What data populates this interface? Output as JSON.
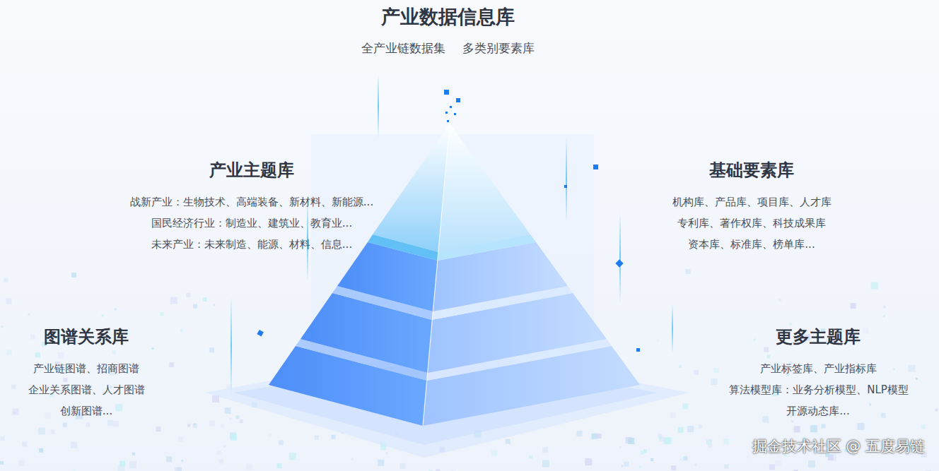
{
  "diagram": {
    "title": "产业数据信息库",
    "labels": [
      "全产业链数据集",
      "多类别要素库",
      "产业主题库",
      "战新产业：生物技术、高端装备、新材料、新能源...",
      "国民经济行业：制造业、建筑业、教育业...",
      "未来产业：未来制造、能源、材料、信息...",
      "基础要素库",
      "机构库、产品库、项目库、人才库",
      "专利库、著作权库、科技成果库",
      "资本库、标准库、榜单库...",
      "图谱关系库",
      "产业链图谱、招商图谱",
      "企业关系图谱、人才图谱",
      "创新图谱...",
      "更多主题库",
      "产业标签库、产业指标库",
      "算法模型库：业务分析模型、NLP模型",
      "开源动态库...",
      "掘金技术社区 @ 五度易链"
    ]
  }
}
